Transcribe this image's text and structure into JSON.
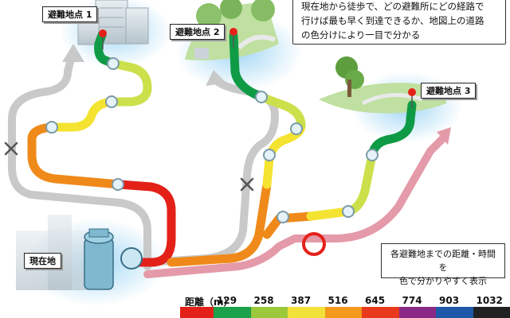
{
  "description_lines": [
    "現在地から徒歩で、どの避難所にどの経路で",
    "行けば最も早く到達できるか、地図上の道路",
    "の色分けにより一目で分かる"
  ],
  "shelters": [
    {
      "label": "避難地点 1"
    },
    {
      "label": "避難地点 2"
    },
    {
      "label": "避難地点 3"
    }
  ],
  "current_location": "現在地",
  "legend_note_lines": [
    "各避難地までの距離・時間を",
    "色で分かりやすく表示"
  ],
  "distance_scale": {
    "label": "距離（m）",
    "values": [
      "129",
      "258",
      "387",
      "516",
      "645",
      "774",
      "903",
      "1032"
    ],
    "colors": [
      "#1aa14a",
      "#9cc83c",
      "#f2e13a",
      "#f39a1d",
      "#e8391d",
      "#8a2a86",
      "#1e58a8",
      "#222222"
    ]
  },
  "route_colors": {
    "green": "#0f9b46",
    "yellow_green": "#cbe04a",
    "yellow": "#f4e330",
    "orange": "#ef8a1a",
    "red": "#e32119",
    "gray": "#c9c9c9",
    "pink": "#e49aa8"
  }
}
